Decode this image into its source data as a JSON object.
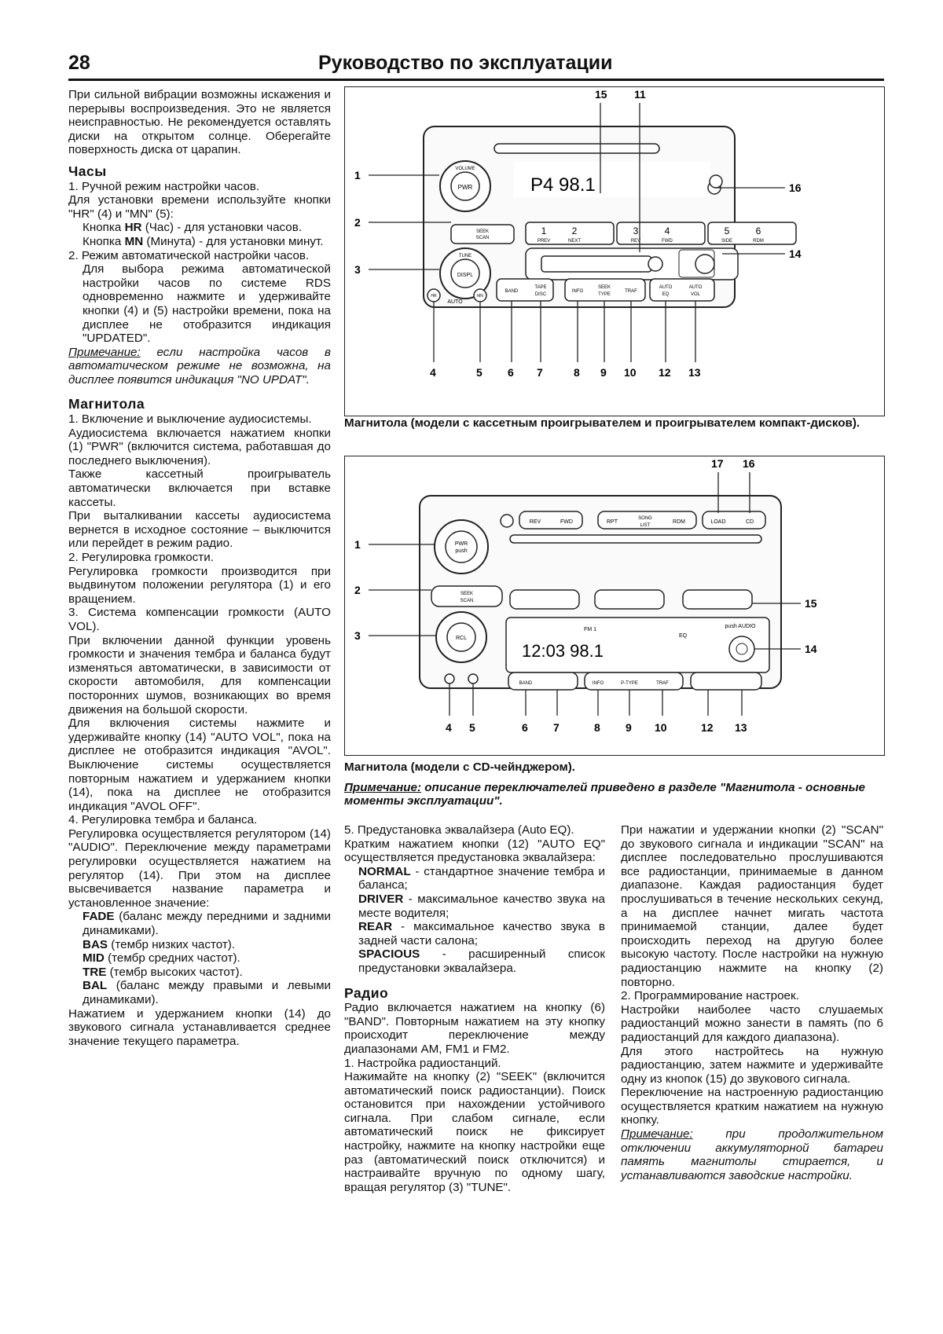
{
  "header": {
    "page_number": "28",
    "title": "Руководство по эксплуатации"
  },
  "col1": {
    "intro": "При сильной вибрации возможны искажения и перерывы воспроизведения. Это не является неисправностью. Не рекомендуется оставлять диски на открытом солнце. Оберегайте поверхность диска от царапин.",
    "clock_heading": "Часы",
    "clock_1": "1. Ручной режим настройки часов.",
    "clock_1_text": "Для установки времени используйте кнопки \"HR\" (4) и \"MN\" (5):",
    "hr_bold": "HR",
    "hr_text_a": "Кнопка ",
    "hr_text_b": " (Час) - для установки часов.",
    "mn_bold": "MN",
    "mn_text_a": "Кнопка ",
    "mn_text_b": " (Минута) - для установки минут.",
    "clock_2": "2. Режим автоматической настройки часов.",
    "clock_2_text": "Для выбора режима автоматической настройки часов по системе RDS одновременно нажмите и удерживайте кнопки (4) и (5) настройки времени, пока на дисплее не отобразится индикация \"UPDATED\".",
    "note_label": "Примечание:",
    "note_text": " если настройка часов в автоматическом режиме не возможна, на дисплее появится индикация \"NO UPDAT\".",
    "radio_heading": "Магнитола",
    "r1": "1. Включение и выключение аудиосистемы.",
    "r1_text": "Аудиосистема включается нажатием кнопки (1) \"PWR\" (включится система, работавшая до последнего выключения).",
    "r1_text2": "Также кассетный проигрыватель автоматически включается при вставке кассеты.",
    "r1_text3": "При выталкивании кассеты аудиосистема вернется в исходное состояние – выключится или перейдет в режим радио.",
    "r2": "2. Регулировка громкости.",
    "r2_text": "Регулировка громкости производится при выдвинутом положении регулятора (1) и его вращением.",
    "r3": "3. Система компенсации громкости (AUTO VOL).",
    "r3_text": "При включении данной функции уровень громкости и значения тембра и баланса будут изменяться автоматически, в зависимости от скорости автомобиля, для компенсации посторонних шумов, возникающих во время движения на большой скорости.",
    "r3_text2": "Для включения системы нажмите и удерживайте кнопку (14) \"AUTO VOL\", пока на дисплее не отобразится индикация \"AVOL\". Выключение системы осуществляется повторным нажатием и удержанием кнопки (14), пока на дисплее не отобразится индикация \"AVOL OFF\".",
    "r4": "4. Регулировка тембра и баланса.",
    "r4_text": "Регулировка осуществляется регулятором (14) \"AUDIO\". Переключение между параметрами регулировки осуществляется нажатием на регулятор (14). При этом на дисплее высвечивается название параметра и установленное значение:",
    "fade_b": "FADE",
    "fade_t": " (баланс между передними и задними динамиками).",
    "bas_b": "BAS",
    "bas_t": " (тембр низких частот).",
    "mid_b": "MID",
    "mid_t": " (тембр средних частот).",
    "tre_b": "TRE",
    "tre_t": " (тембр высоких частот).",
    "bal_b": "BAL",
    "bal_t": " (баланс между правыми и левыми динамиками).",
    "r4_end": "Нажатием и удержанием кнопки (14) до звукового сигнала устанавливается среднее значение текущего параметра."
  },
  "fig1": {
    "caption": "Магнитола (модели с кассетным проигрывателем и проигрывателем компакт-дисков).",
    "display": "P4    98.1",
    "callouts_top": [
      "15",
      "11"
    ],
    "callouts_left": [
      "1",
      "2",
      "3"
    ],
    "callouts_right": [
      "16",
      "14"
    ],
    "callouts_bottom": [
      "4",
      "5",
      "6",
      "7",
      "8",
      "9",
      "10",
      "12",
      "13"
    ],
    "btn_seek": "SEEK",
    "btn_scan": "SCAN",
    "btn_band": "BAND",
    "btn_tape": "TAPE",
    "btn_disc": "DISC",
    "btn_info": "INFO",
    "btn_seek2": "SEEK",
    "btn_type": "TYPE",
    "btn_traf": "TRAF",
    "btn_auto": "AUTO",
    "btn_eq": "EQ",
    "btn_vol": "VOL",
    "label_auto": "AUTO",
    "label_pwr": "PWR",
    "label_vol": "VOLUME",
    "label_tune": "TUNE",
    "label_displ": "DISPL",
    "label_hr": "HR",
    "label_mn": "MN",
    "presets": [
      "1",
      "2",
      "3",
      "4",
      "5",
      "6"
    ],
    "preset_sub": [
      "PREV",
      "NEXT",
      "REV",
      "FWD",
      "SIDE",
      "RDM"
    ]
  },
  "fig2": {
    "caption": "Магнитола (модели с CD-чейнджером).",
    "display": "12:03  98.1",
    "display_fm": "FM 1",
    "display_eq": "EQ",
    "display_push": "push AUDIO",
    "callouts_top": [
      "17",
      "16"
    ],
    "callouts_left": [
      "1",
      "2",
      "3"
    ],
    "callouts_right": [
      "15",
      "14"
    ],
    "callouts_bottom": [
      "4",
      "5",
      "6",
      "7",
      "8",
      "9",
      "10",
      "12",
      "13"
    ],
    "btn_rev": "REV",
    "btn_fwd": "FWD",
    "btn_rpt": "RPT",
    "btn_song": "SONG",
    "btn_list": "LIST",
    "btn_rdm": "RDM",
    "btn_load": "LOAD",
    "btn_cd": "CD",
    "btn_band": "BAND",
    "btn_info": "INFO",
    "btn_ptype": "P-TYPE",
    "btn_traf": "TRAF",
    "label_pwr": "PWR",
    "label_push": "push",
    "label_seek": "SEEK",
    "label_scan": "SCAN",
    "label_rcl": "RCL"
  },
  "bottom_note": {
    "label": "Примечание:",
    "text": " описание переключателей приведено в разделе \"Магнитола - основные моменты эксплуатации\"."
  },
  "col2": {
    "eq_head": "5. Предустановка эквалайзера (Auto EQ).",
    "eq_text": "Кратким нажатием кнопки (12) \"AUTO EQ\" осуществляется предустановка эквалайзера:",
    "normal_b": "NORMAL",
    "normal_t": " - стандартное значение тембра и баланса;",
    "driver_b": "DRIVER",
    "driver_t": " - максимальное качество звука на месте водителя;",
    "rear_b": "REAR",
    "rear_t": " - максимальное качество звука в задней части салона;",
    "spacious_b": "SPACIOUS",
    "spacious_t": " - расширенный список предустановки эквалайзера.",
    "radio_heading": "Радио",
    "radio_text": "Радио включается нажатием на кнопку (6) \"BAND\". Повторным нажатием на эту кнопку происходит переключение между диапазонами AM, FM1 и FM2.",
    "tune_head": "1. Настройка радиостанций.",
    "tune_text": "Нажимайте на кнопку (2) \"SEEK\" (включится автоматический поиск радиостанции). Поиск остановится при нахождении устойчивого сигнала. При слабом сигнале, если автоматический поиск не фиксирует настройку, нажмите на кнопку настройки еще раз (автоматический поиск отключится) и настраивайте вручную по одному шагу, вращая регулятор (3) \"TUNE\"."
  },
  "col3": {
    "scan_text": "При нажатии и удержании кнопки (2) \"SCAN\" до звукового сигнала и индикации \"SCAN\" на дисплее последовательно прослушиваются все радиостанции, принимаемые в данном диапазоне. Каждая радиостанция будет прослушиваться в течение нескольких секунд, а на дисплее начнет мигать частота принимаемой станции, далее будет происходить переход на другую более высокую частоту. После настройки на нужную радиостанцию нажмите на кнопку (2) повторно.",
    "prog_head": "2. Программирование настроек.",
    "prog_text": "Настройки наиболее часто слушаемых радиостанций можно занести в память (по 6 радиостанций для каждого диапазона).",
    "prog_text2": "Для этого настройтесь на нужную радиостанцию, затем нажмите и удерживайте одну из кнопок (15) до звукового сигнала.",
    "prog_text3": "Переключение на настроенную радиостанцию осуществляется кратким нажатием на нужную кнопку.",
    "note_label": "Примечание:",
    "note_text": " при продолжительном отключении аккумуляторной батареи память магнитолы стирается, и устанавливаются заводские настройки."
  }
}
